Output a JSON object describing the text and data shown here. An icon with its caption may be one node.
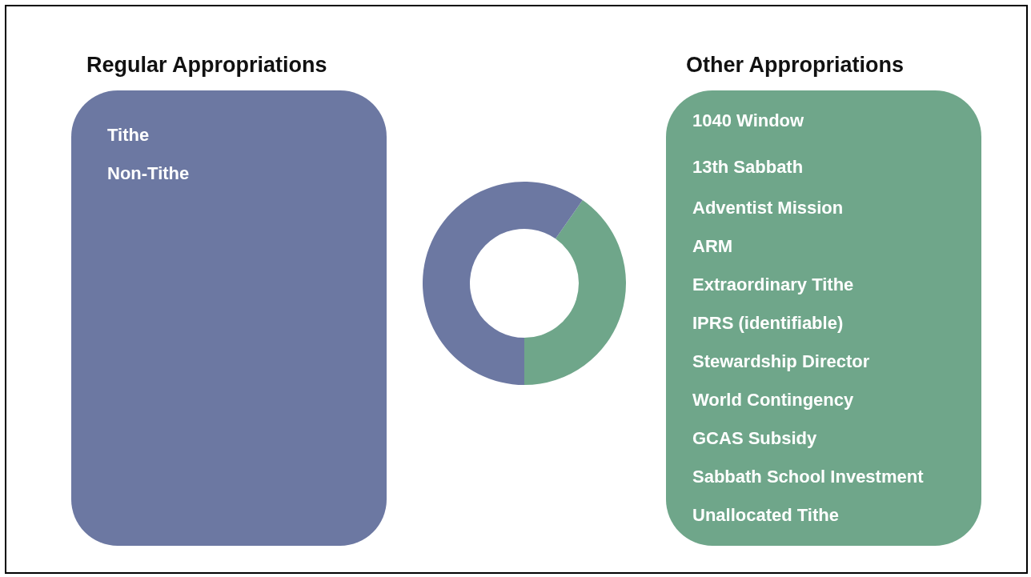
{
  "diagram": {
    "nodes": [
      {
        "text": [
          "Regular Appropriations",
          "Tithe",
          "Non-Tithe"
        ]
      },
      {
        "text": [
          "Other Appropriations",
          "1040 Window",
          "13th Sabbath",
          "Adventist Mission",
          "ARM",
          "Extraordinary Tithe",
          "IPRS (identifiable)",
          "Stewardship Director",
          "World Contingency",
          "GCAS Subsidy",
          "Sabbath School Investment",
          "Unallocated Tithe"
        ]
      }
    ],
    "edges": []
  }
}
